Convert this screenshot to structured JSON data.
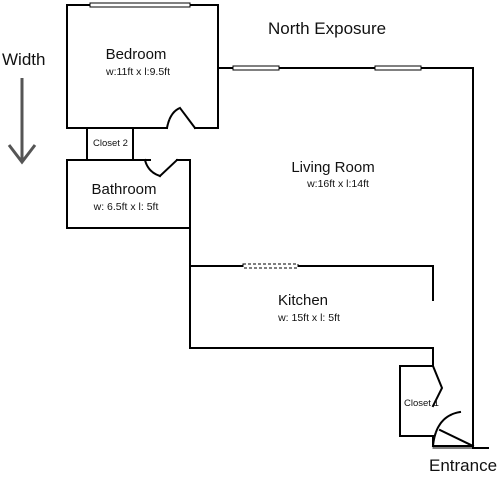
{
  "header": {
    "exposure": "North Exposure"
  },
  "orientation": {
    "label": "Width",
    "arrow_icon": "down-arrow-icon"
  },
  "rooms": {
    "bedroom": {
      "name": "Bedroom",
      "dims": "w:11ft x l:9.5ft"
    },
    "closet2": {
      "name": "Closet 2"
    },
    "bathroom": {
      "name": "Bathroom",
      "dims": "w: 6.5ft x  l: 5ft"
    },
    "living": {
      "name": "Living Room",
      "dims": "w:16ft x  l:14ft"
    },
    "kitchen": {
      "name": "Kitchen",
      "dims": "w: 15ft x l: 5ft"
    },
    "closet1": {
      "name": "Closet 1"
    }
  },
  "entrance": {
    "label": "Entrance"
  },
  "colors": {
    "wall": "#000000",
    "window": "#ffffff",
    "background": "#ffffff"
  }
}
